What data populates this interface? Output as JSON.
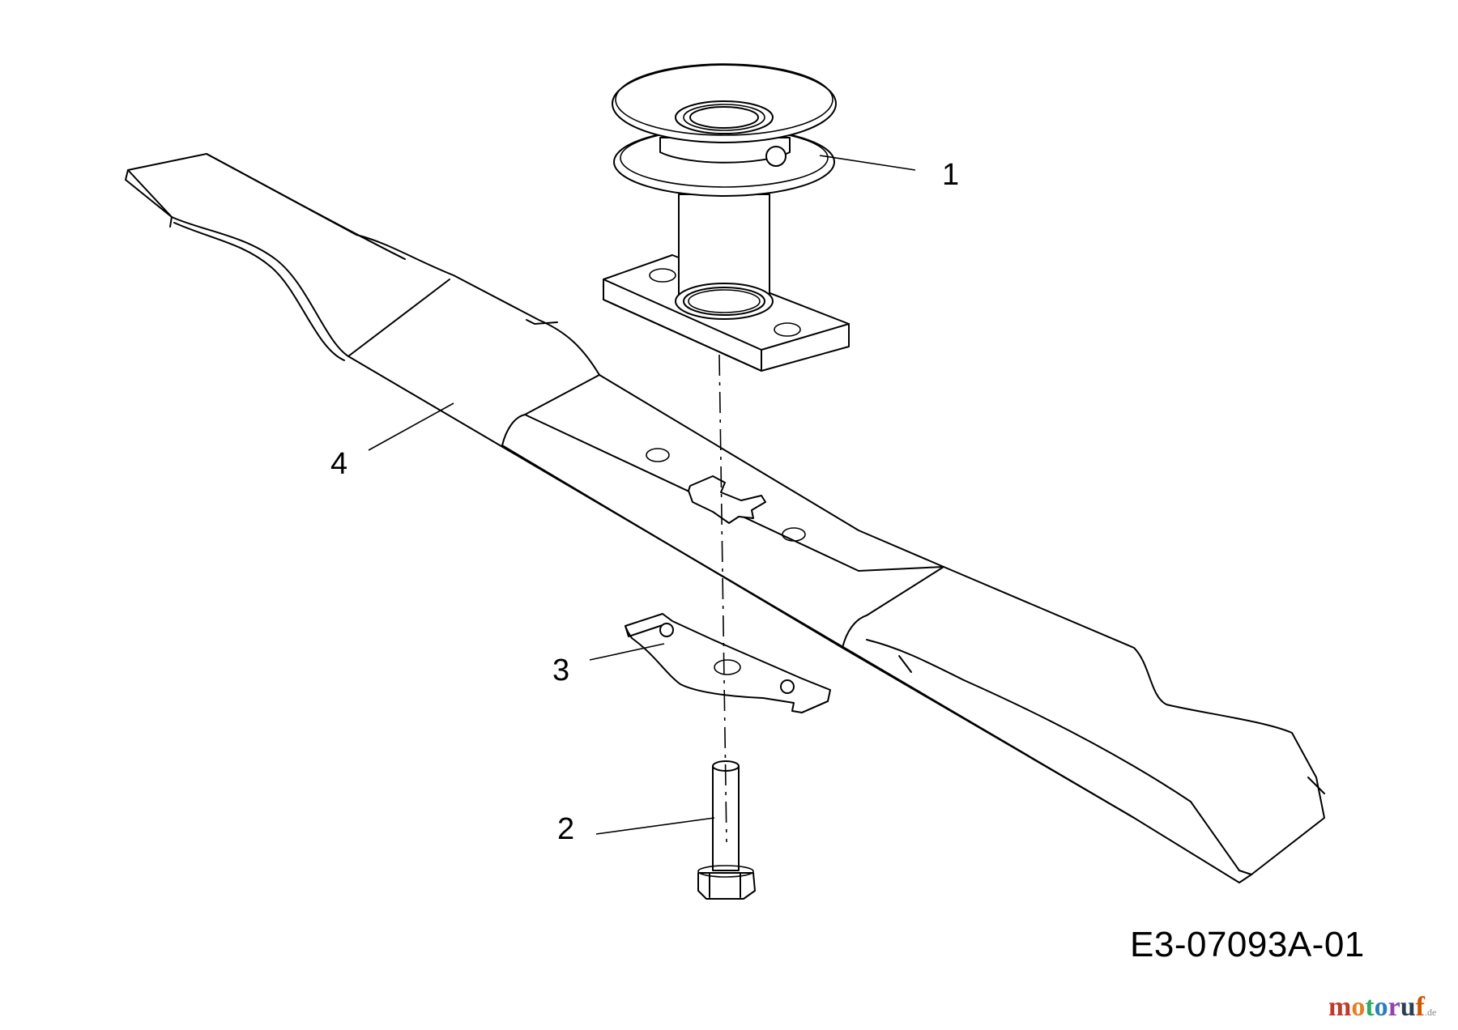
{
  "diagram": {
    "drawing_id": "E3-07093A-01",
    "callouts": [
      {
        "id": "1",
        "label": "1"
      },
      {
        "id": "2",
        "label": "2"
      },
      {
        "id": "3",
        "label": "3"
      },
      {
        "id": "4",
        "label": "4"
      }
    ]
  },
  "brand": {
    "name_parts": [
      "m",
      "o",
      "t",
      "o",
      "r",
      "u",
      "f"
    ],
    "colors": [
      "#c0392b",
      "#e67e22",
      "#27ae60",
      "#2980b9",
      "#8e44ad",
      "#2c3e50",
      "#d35400"
    ],
    "suffix": ".de"
  }
}
